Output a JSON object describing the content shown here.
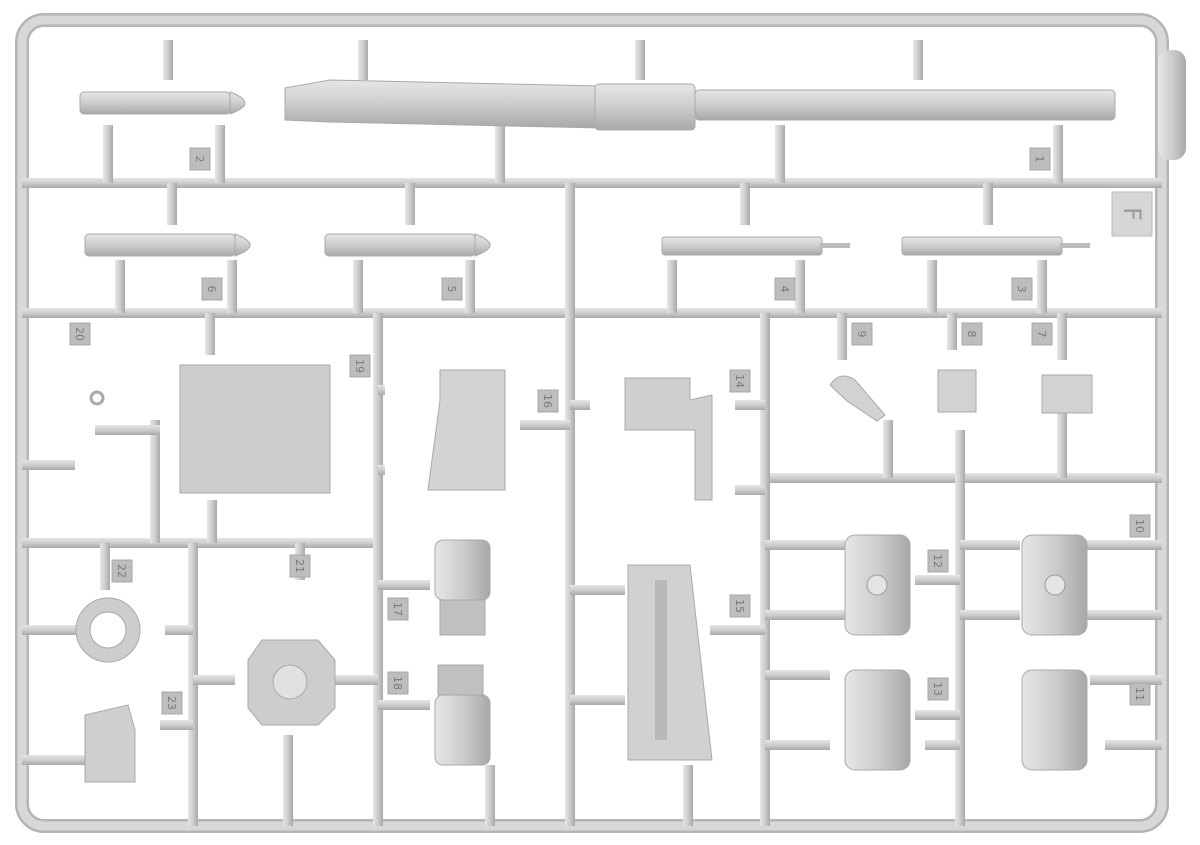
{
  "sprue": {
    "letter": "F",
    "part_numbers": [
      "1",
      "2",
      "3",
      "4",
      "5",
      "6",
      "7",
      "8",
      "9",
      "10",
      "11",
      "12",
      "13",
      "14",
      "15",
      "16",
      "17",
      "18",
      "19",
      "20",
      "21",
      "22",
      "23"
    ],
    "colors": {
      "plastic": "#cfcfcf",
      "shadow": "#a9a9a9",
      "tag": "#bdbdbd",
      "background": "#ffffff"
    }
  }
}
